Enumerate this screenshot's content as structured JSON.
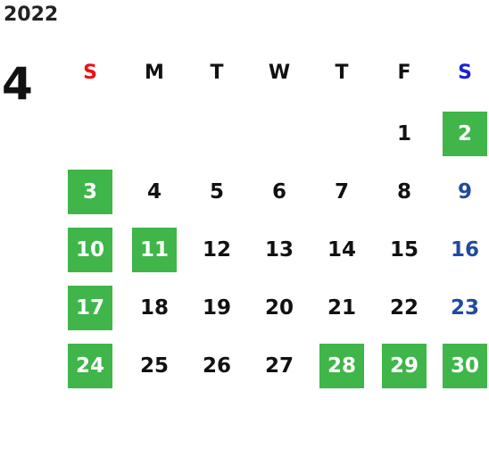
{
  "year": "2022",
  "month": "4",
  "weekdays": [
    "S",
    "M",
    "T",
    "W",
    "T",
    "F",
    "S"
  ],
  "days": [
    "1",
    "2",
    "3",
    "4",
    "5",
    "6",
    "7",
    "8",
    "9",
    "10",
    "11",
    "12",
    "13",
    "14",
    "15",
    "16",
    "17",
    "18",
    "19",
    "20",
    "21",
    "22",
    "23",
    "24",
    "25",
    "26",
    "27",
    "28",
    "29",
    "30"
  ],
  "colors": {
    "holiday_bg": "#3fb54a",
    "sunday_header": "#ee1111",
    "saturday_header": "#1a23cc",
    "saturday_text": "#1f4aa0"
  }
}
